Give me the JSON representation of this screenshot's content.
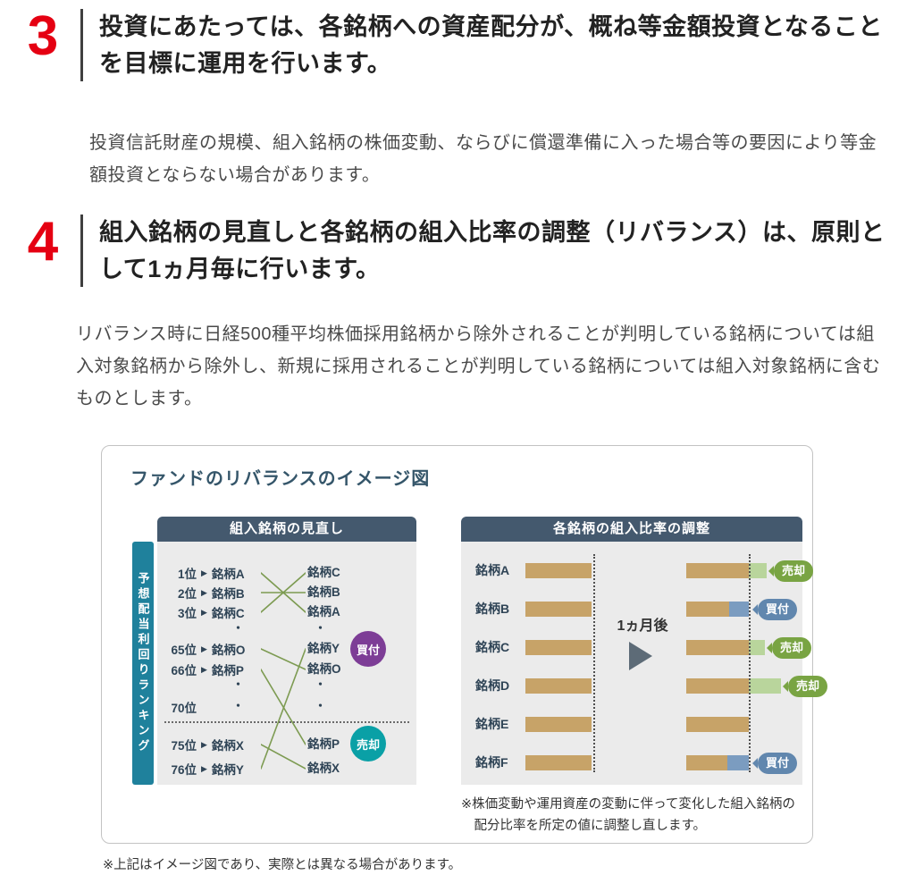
{
  "page": {
    "sections": [
      {
        "number": "3",
        "heading": "投資にあたっては、各銘柄への資産配分が、概ね等金額投資となることを目標に運用を行います。",
        "body": "投資信託財産の規模、組入銘柄の株価変動、ならびに償還準備に入った場合等の要因により等金額投資とならない場合があります。"
      },
      {
        "number": "4",
        "heading": "組入銘柄の見直しと各銘柄の組入比率の調整（リバランス）は、原則として1ヵ月毎に行います。",
        "body": "リバランス時に日経500種平均株価採用銘柄から除外されることが判明している銘柄については組入対象銘柄から除外し、新規に採用されることが判明している銘柄については組入対象銘柄に含むものとします。"
      }
    ],
    "footer_note": "※上記はイメージ図であり、実際とは異なる場合があります。"
  },
  "figure": {
    "title": "ファンドのリバランスのイメージ図",
    "review": {
      "header": "組入銘柄の見直し",
      "side_label": "予想配当利回りランキング",
      "marker": "▶",
      "dots": "・",
      "before": [
        {
          "rank": "1位",
          "name": "銘柄A"
        },
        {
          "rank": "2位",
          "name": "銘柄B"
        },
        {
          "rank": "3位",
          "name": "銘柄C"
        },
        {
          "rank": "65位",
          "name": "銘柄O"
        },
        {
          "rank": "66位",
          "name": "銘柄P"
        },
        {
          "rank": "70位",
          "name": ""
        },
        {
          "rank": "75位",
          "name": "銘柄X"
        },
        {
          "rank": "76位",
          "name": "銘柄Y"
        }
      ],
      "after": [
        {
          "name": "銘柄C",
          "action": ""
        },
        {
          "name": "銘柄B",
          "action": ""
        },
        {
          "name": "銘柄A",
          "action": ""
        },
        {
          "name": "銘柄Y",
          "action": "買付"
        },
        {
          "name": "銘柄O",
          "action": ""
        },
        {
          "name": "銘柄P",
          "action": "売却"
        },
        {
          "name": "銘柄X",
          "action": ""
        }
      ]
    },
    "adjust": {
      "header": "各銘柄の組入比率の調整",
      "arrow_label": "1ヵ月後",
      "rows": [
        {
          "name": "銘柄A",
          "action": "売却"
        },
        {
          "name": "銘柄B",
          "action": "買付"
        },
        {
          "name": "銘柄C",
          "action": "売却"
        },
        {
          "name": "銘柄D",
          "action": "売却"
        },
        {
          "name": "銘柄E",
          "action": ""
        },
        {
          "name": "銘柄F",
          "action": "買付"
        }
      ],
      "note": "※株価変動や運用資産の変動に伴って変化した組入銘柄の配分比率を所定の値に調整し直します。"
    }
  },
  "colors": {
    "accent_red": "#e50012",
    "heading_text": "#222222",
    "body_text": "#4a4a4a",
    "slate_header": "#44596e",
    "teal_sidebar": "#1f819c",
    "panel_gray": "#ebebeb",
    "navy_text": "#2f4456",
    "line_green": "#7d9b52",
    "bar_tan": "#c7a368",
    "sell_green": "#79a443",
    "sell_green_light": "#b9d59c",
    "buy_blue": "#6187ae",
    "buy_blue_mid": "#7b9cc0",
    "badge_purple": "#7d3d96",
    "badge_teal": "#0aa0a6"
  }
}
